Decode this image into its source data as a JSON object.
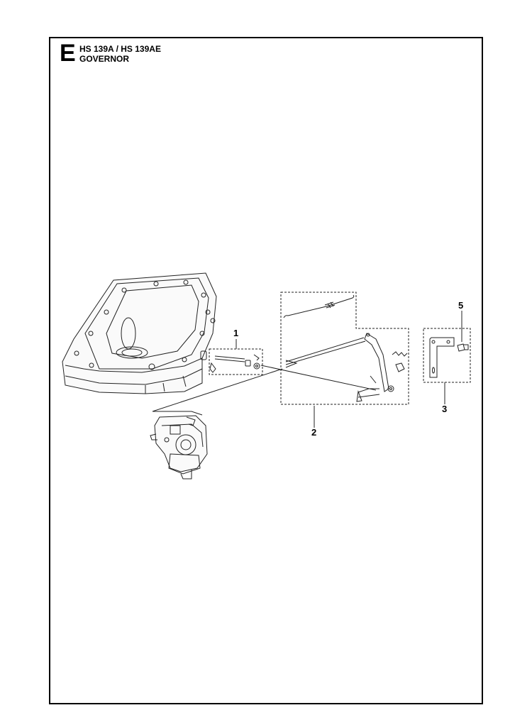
{
  "header": {
    "section_letter": "E",
    "model_line": "HS 139A / HS 139AE",
    "section_title": "GOVERNOR"
  },
  "callouts": {
    "c1": "1",
    "c2": "2",
    "c3": "3",
    "c5": "5"
  },
  "icons": {
    "crankcase": "crankcase-housing-icon",
    "carburetor": "carburetor-icon",
    "governor_lever": "governor-lever-icon",
    "bracket": "bracket-icon"
  }
}
